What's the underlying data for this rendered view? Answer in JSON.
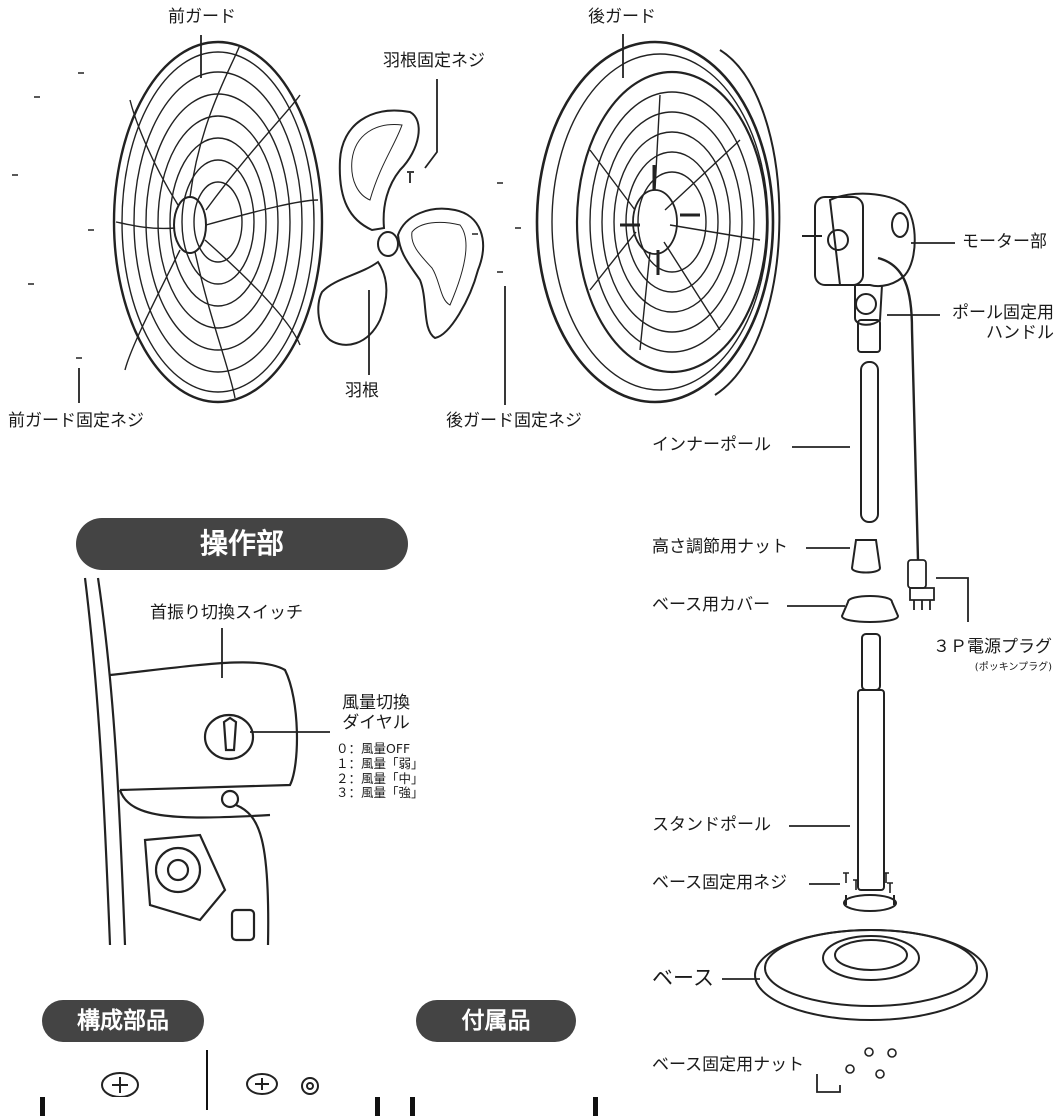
{
  "labels": {
    "front_guard": "前ガード",
    "blade_screw": "羽根固定ネジ",
    "rear_guard": "後ガード",
    "motor": "モーター部",
    "pole_handle_1": "ポール固定用",
    "pole_handle_2": "ハンドル",
    "blade": "羽根",
    "front_guard_screw": "前ガード固定ネジ",
    "rear_guard_screw": "後ガード固定ネジ",
    "inner_pole": "インナーポール",
    "height_nut": "高さ調節用ナット",
    "base_cover": "ベース用カバー",
    "plug": "３Ｐ電源プラグ",
    "plug_note": "(ポッキンプラグ)",
    "stand_pole": "スタンドポール",
    "base_screw": "ベース固定用ネジ",
    "base": "ベース",
    "base_nut": "ベース固定用ナット"
  },
  "control_panel": {
    "title": "操作部",
    "swing_switch": "首振り切換スイッチ",
    "dial_1": "風量切換",
    "dial_2": "ダイヤル",
    "modes": [
      "０：風量OFF",
      "１：風量「弱」",
      "２：風量「中」",
      "３：風量「強」"
    ]
  },
  "sections": {
    "components": "構成部品",
    "accessories": "付属品"
  }
}
